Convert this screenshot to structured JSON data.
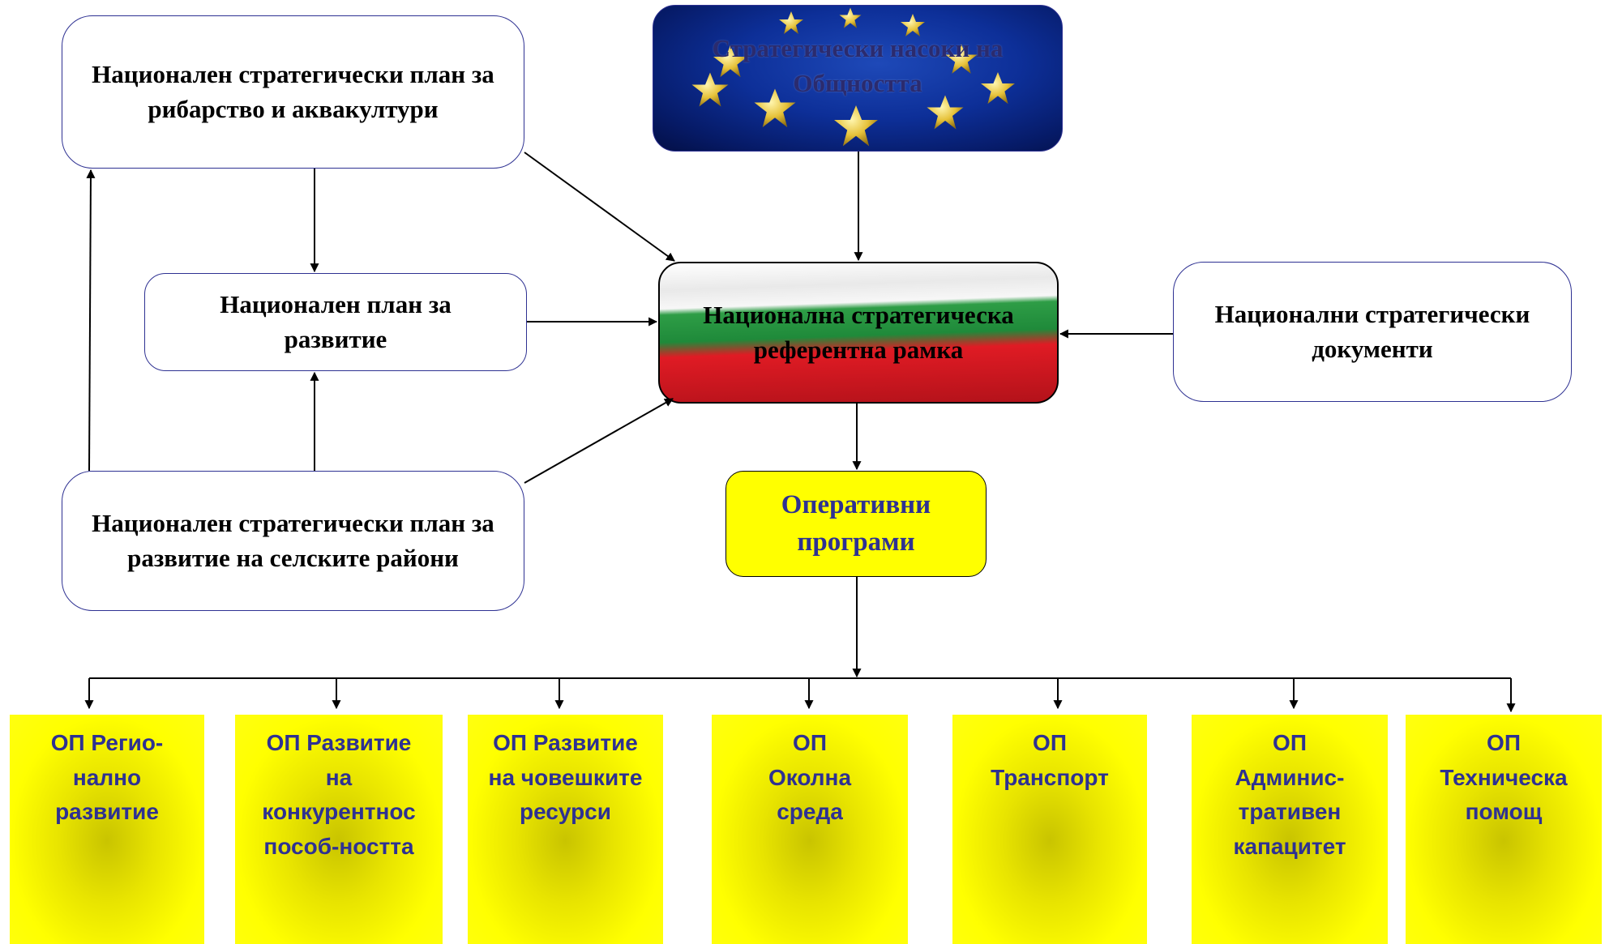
{
  "boxes": {
    "eu_guidelines": "Стратегически насоки на Общността",
    "fisheries_plan": "Национален стратегически план за рибарство и аквакултури",
    "development_plan": "Национален план за развитие",
    "rural_plan": "Национален стратегически план за развитие на селските райони",
    "nsrf": "Национална стратегическа референтна рамка",
    "national_docs": "Национални стратегически документи",
    "operational_programmes": "Оперативни програми"
  },
  "programmes": [
    {
      "label": "ОП Регио-нално развитие"
    },
    {
      "label": "ОП Развитие на конкурентнос пособ-ността"
    },
    {
      "label": "ОП Развитие на човешките ресурси"
    },
    {
      "label": "ОП Околна среда"
    },
    {
      "label": "ОП Транспорт"
    },
    {
      "label": "ОП Админис-тративен капацитет"
    },
    {
      "label": "ОП Техническа помощ"
    }
  ],
  "colors": {
    "border": "#2e3192",
    "op_text": "#2e3192",
    "op_fill": "#ffff00",
    "eu_blue": "#0d2f98",
    "bg_green": "#1f8a3a",
    "bg_red": "#e01b24"
  }
}
